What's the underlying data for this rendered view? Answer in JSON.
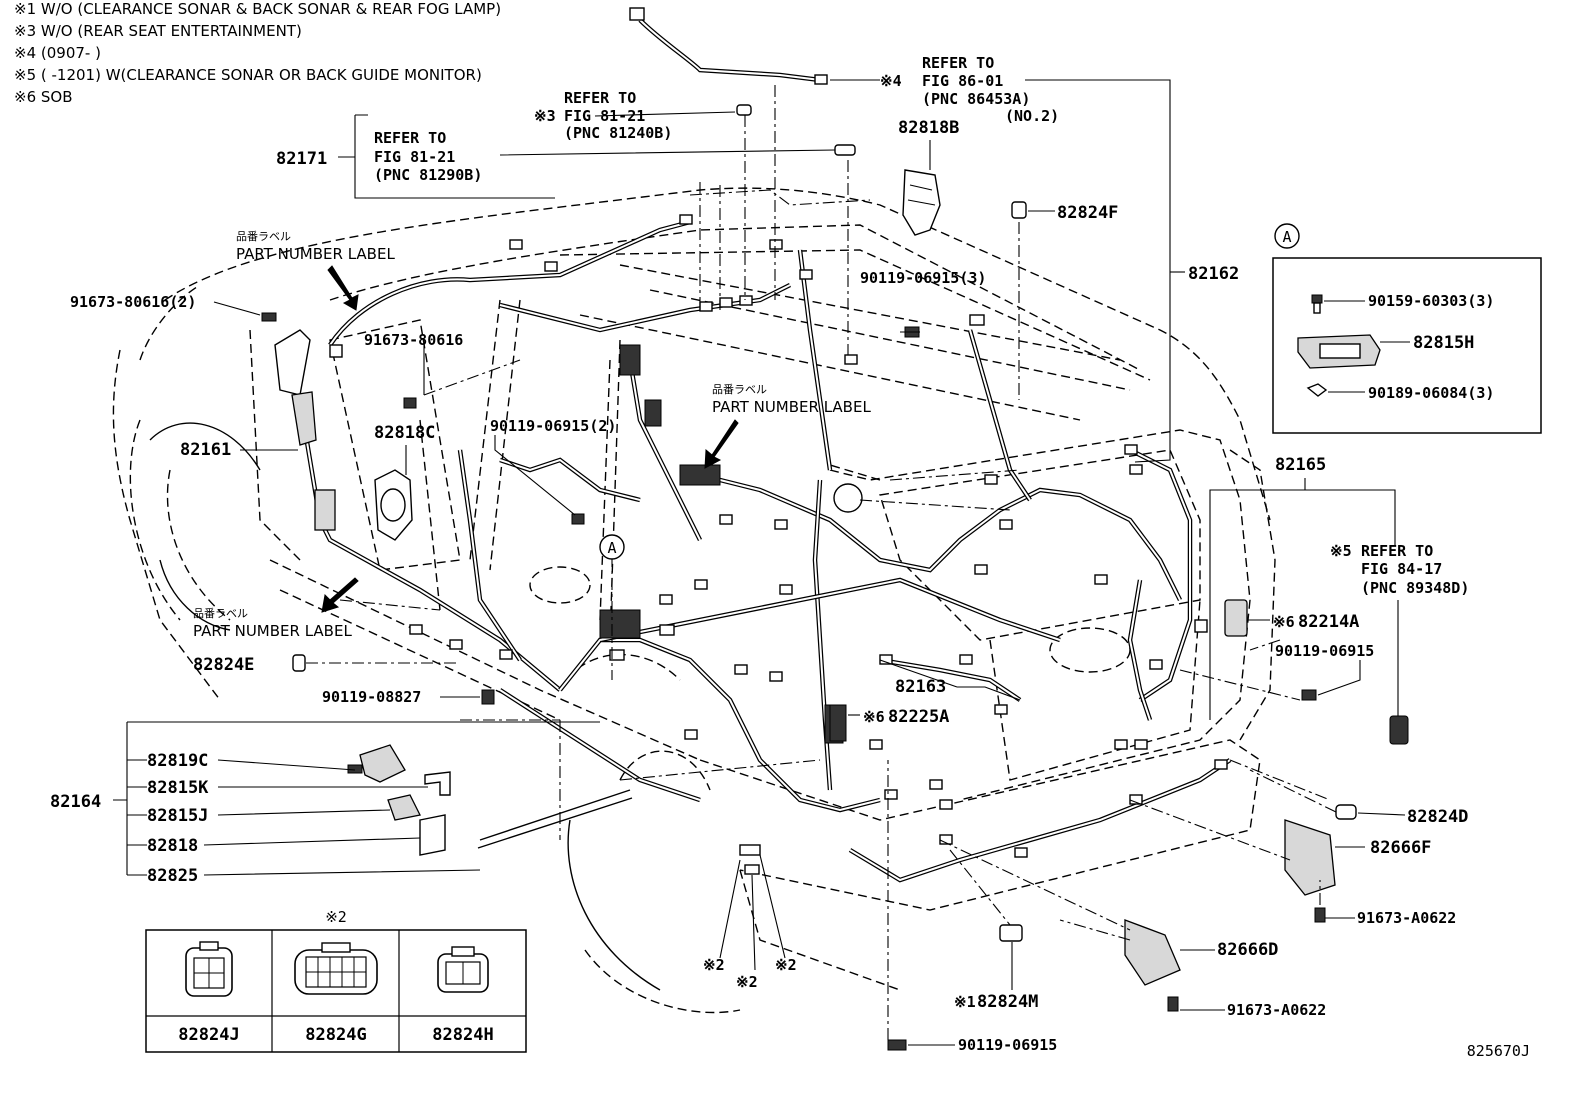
{
  "notes": [
    "※1 W/O (CLEARANCE SONAR & BACK SONAR & REAR FOG LAMP)",
    "※3 W/O (REAR SEAT ENTERTAINMENT)",
    "※4 (0907-        )",
    "※5 (        -1201)  W(CLEARANCE SONAR OR BACK GUIDE MONITOR)",
    "※6 SOB"
  ],
  "refs": {
    "r1": [
      "REFER TO",
      "FIG 81-21",
      "(PNC 81290B)"
    ],
    "r2": [
      "REFER TO",
      "FIG 81-21",
      "(PNC 81240B)"
    ],
    "r3": [
      "REFER TO",
      "FIG 86-01",
      "(PNC 86453A)",
      "(NO.2)"
    ],
    "r4": [
      "REFER TO",
      "FIG 84-17",
      "(PNC 89348D)"
    ]
  },
  "marks": {
    "m3": "※3",
    "m4": "※4",
    "m5": "※5",
    "m6a": "※6",
    "m6b": "※6",
    "m1": "※1",
    "m2top": "※2",
    "m2a": "※2",
    "m2b": "※2",
    "m2c": "※2",
    "circleA": "A"
  },
  "labels": {
    "p82171": "82171",
    "p82818B": "82818B",
    "p82824F": "82824F",
    "p82162": "82162",
    "p91673_80616_2": "91673-80616(2)",
    "p91673_80616": "91673-80616",
    "p90119_06915_3": "90119-06915(3)",
    "p82161": "82161",
    "p82818C": "82818C",
    "p90119_06915_2": "90119-06915(2)",
    "p82165": "82165",
    "p82214A": "82214A",
    "p90119_06915_r": "90119-06915",
    "p82824E": "82824E",
    "p90119_08827": "90119-08827",
    "p82163": "82163",
    "p82225A": "82225A",
    "p82164": "82164",
    "p82819C": "82819C",
    "p82815K": "82815K",
    "p82815J": "82815J",
    "p82818": "82818",
    "p82825": "82825",
    "p82824D": "82824D",
    "p82666F": "82666F",
    "p91673_A0622_a": "91673-A0622",
    "p82666D": "82666D",
    "p82824M": "82824M",
    "p91673_A0622_b": "91673-A0622",
    "p90119_06915_b": "90119-06915",
    "p90159_60303": "90159-60303(3)",
    "p82815H": "82815H",
    "p90189_06084": "90189-06084(3)"
  },
  "part_number_label": {
    "jp": "品番ラベル",
    "en": "PART NUMBER LABEL"
  },
  "connectors": {
    "c1": "82824J",
    "c2": "82824G",
    "c3": "82824H"
  },
  "figure_id": "825670J"
}
